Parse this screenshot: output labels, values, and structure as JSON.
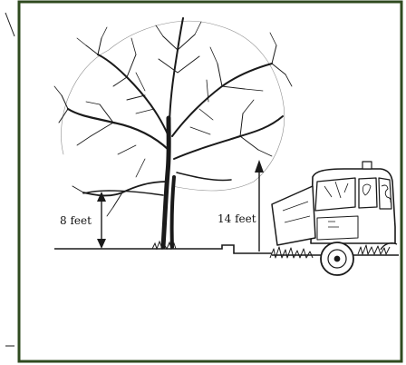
{
  "illustration": {
    "subject": "tree-clearance-diagram",
    "labels": {
      "tree_clearance": "8 feet",
      "vehicle_clearance": "14 feet"
    },
    "colors": {
      "frame": "#2f4a1f",
      "ink": "#1a1a1a",
      "background": "#ffffff"
    },
    "objects": [
      "bare-deciduous-tree",
      "street-sweeper-vehicle",
      "ground-line",
      "height-arrows"
    ]
  }
}
